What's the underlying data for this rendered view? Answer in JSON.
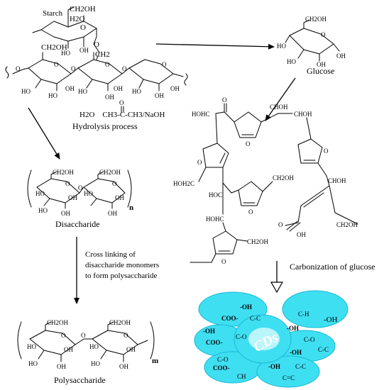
{
  "starch": {
    "label": "Starch",
    "groups": [
      "CH2OH",
      "H2O",
      "O",
      "O",
      "HO",
      "OH",
      "CH2OH",
      "CH2",
      "O",
      "O",
      "O",
      "O",
      "O",
      "O",
      "HO",
      "HO",
      "OH",
      "HO",
      "OH",
      "OH",
      "HO",
      "OH",
      "OH"
    ]
  },
  "hydrolysis": {
    "reagents": "H2O    CH3-C-CH3/NaOH",
    "carbonyl_o": "O",
    "caption": "Hydrolysis process"
  },
  "glucose": {
    "label": "Glucose",
    "groups": [
      "CH2OH",
      "O",
      "HO",
      "OH",
      "HO",
      "OH"
    ]
  },
  "furan_network": {
    "groups": [
      "O",
      "HOHC",
      "CHOH",
      "CHOH",
      "O",
      "O",
      "O",
      "HOH2C",
      "CH2OH",
      "HOC",
      "O",
      "HOHC",
      "CHOH",
      "O",
      "OH",
      "CH2OH",
      "O",
      "CH2OH"
    ]
  },
  "disaccharide": {
    "label": "Disaccharide",
    "subscript": "n",
    "groups": [
      "CH2OH",
      "CH2OH",
      "O",
      "O",
      "HO",
      "OH",
      "HO",
      "O",
      "OH",
      "HO",
      "OH",
      "OH"
    ]
  },
  "crosslink": {
    "line1": "Cross linking of",
    "line2": "disaccharide monomers",
    "line3": "to form polysaccharide"
  },
  "carbonization": {
    "caption": "Carbonization of glucose"
  },
  "polysaccharide": {
    "label": "Polysaccharide",
    "subscript": "m",
    "groups": [
      "CH2OH",
      "CH2OH",
      "O",
      "O",
      "HO",
      "OH",
      "O",
      "HO",
      "OH",
      "HO",
      "OH",
      "OH",
      "HO"
    ]
  },
  "cds": {
    "core_label": "CDs",
    "groups": [
      "-OH",
      "COO-",
      "C-C",
      "C-H",
      "-OH",
      "-OH",
      "-OH",
      "COO-",
      "C-O",
      "C-O",
      "-OH",
      "C-C",
      "C-O",
      "COO-",
      "CH",
      "-OH",
      "C-C",
      "C=C"
    ]
  },
  "colors": {
    "blob": "#3fdff2",
    "blob_stroke": "#17b8d4",
    "core": "#b9f5fb"
  }
}
